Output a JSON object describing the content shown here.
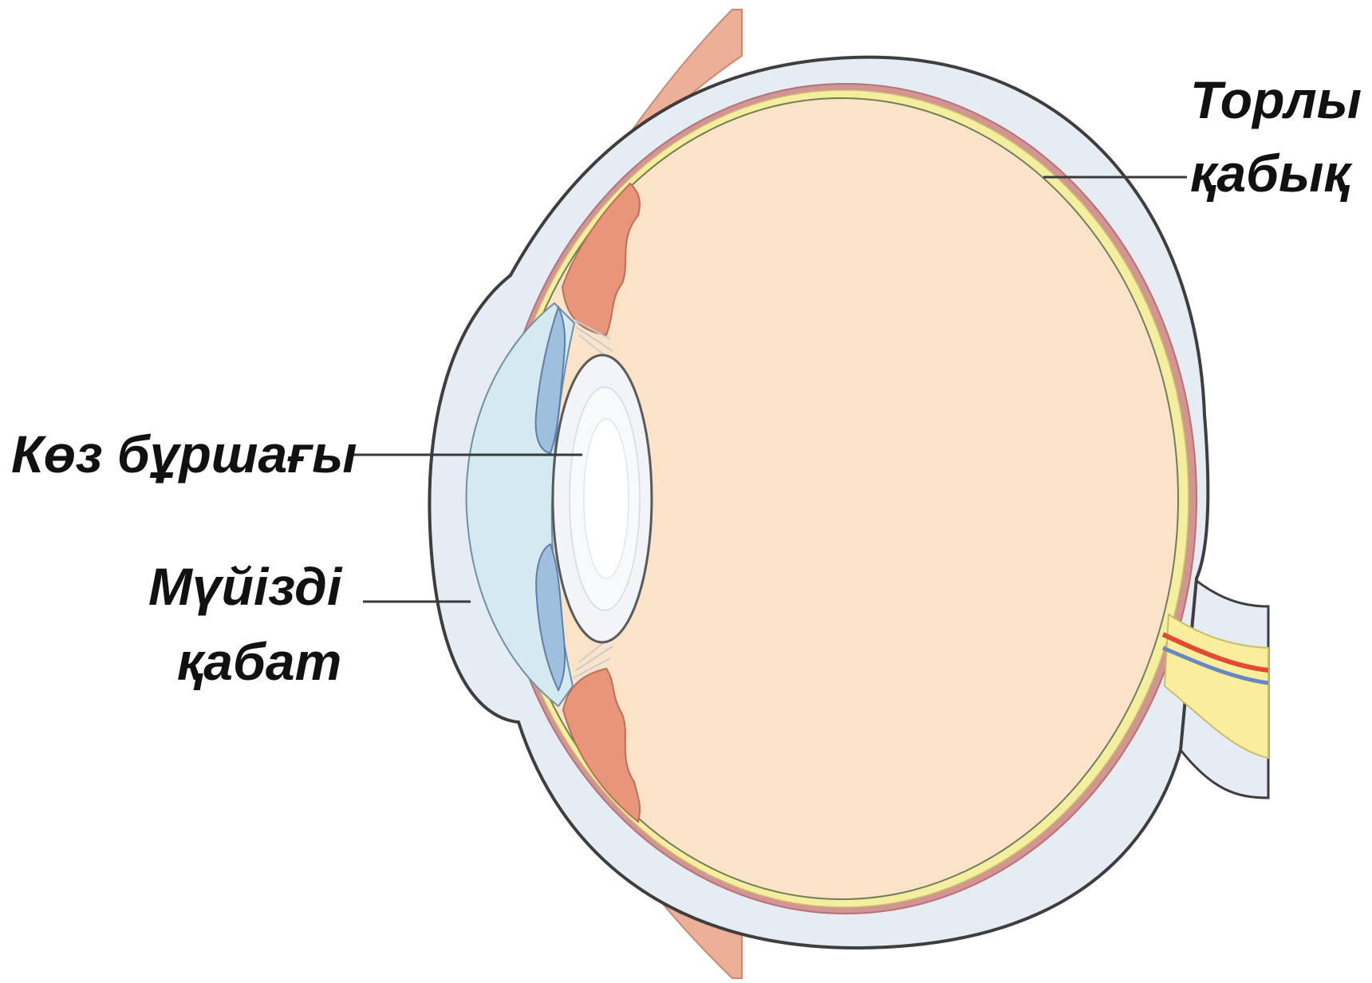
{
  "labels": {
    "retina": {
      "line1": "Торлы",
      "line2": "қабық"
    },
    "lens": {
      "text": "Көз бұршағы"
    },
    "cornea": {
      "line1": "Мүйізді",
      "line2": "қабат"
    }
  },
  "colors": {
    "vitreous": "#fbe3c8",
    "sclera": "#e6ecf3",
    "outline": "#3e3e3e",
    "choroid": "#d49494",
    "retina_layer": "#f4ee9e",
    "cornea_fluid": "#d4e9f0",
    "iris": "#9fbfde",
    "ciliary_muscle": "#e8957a",
    "lens": "#f2f4f7",
    "eyelid_muscle": "#ecb098",
    "optic_nerve": "#f8ee9c",
    "artery": "#e24a34",
    "vein": "#6a86c2"
  }
}
